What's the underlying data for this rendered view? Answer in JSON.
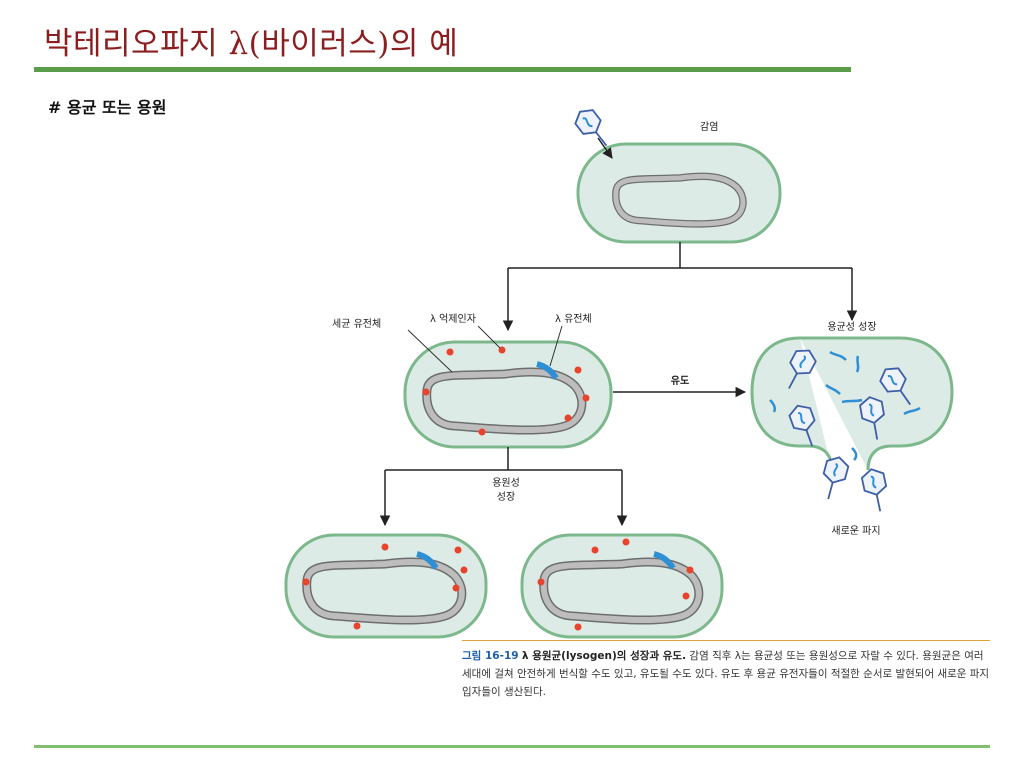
{
  "slide": {
    "title": "박테리오파지 λ(바이러스)의 예",
    "subtitle": "# 용균 또는 용원"
  },
  "diagram": {
    "labels": {
      "infection": "감염",
      "bacterial_genome": "세균 유전체",
      "lambda_repressor": "λ 억제인자",
      "lambda_genome": "λ 유전체",
      "lytic_growth": "용균성 성장",
      "induction": "유도",
      "lysogenic_growth_line1": "용원성",
      "lysogenic_growth_line2": "성장",
      "new_phage": "새로운 파지"
    },
    "colors": {
      "cell_fill": "#dcebe6",
      "cell_border": "#7db88c",
      "chromosome": "#a4a4a4",
      "lambda_dna": "#2f8fd4",
      "repressor": "#e8432c",
      "phage": "#3e5fa8",
      "arrow": "#222222"
    }
  },
  "caption": {
    "fig_no": "그림 16-19",
    "fig_title": "λ 용원균(lysogen)의 성장과 유도.",
    "body": "감염 직후 λ는 용균성 또는 용원성으로 자랄 수 있다. 용원균은 여러 세대에 걸쳐 안전하게 번식할 수도 있고, 유도될 수도 있다. 유도 후 용균 유전자들이 적절한 순서로 발현되어 새로운 파지 입자들이 생산된다."
  }
}
